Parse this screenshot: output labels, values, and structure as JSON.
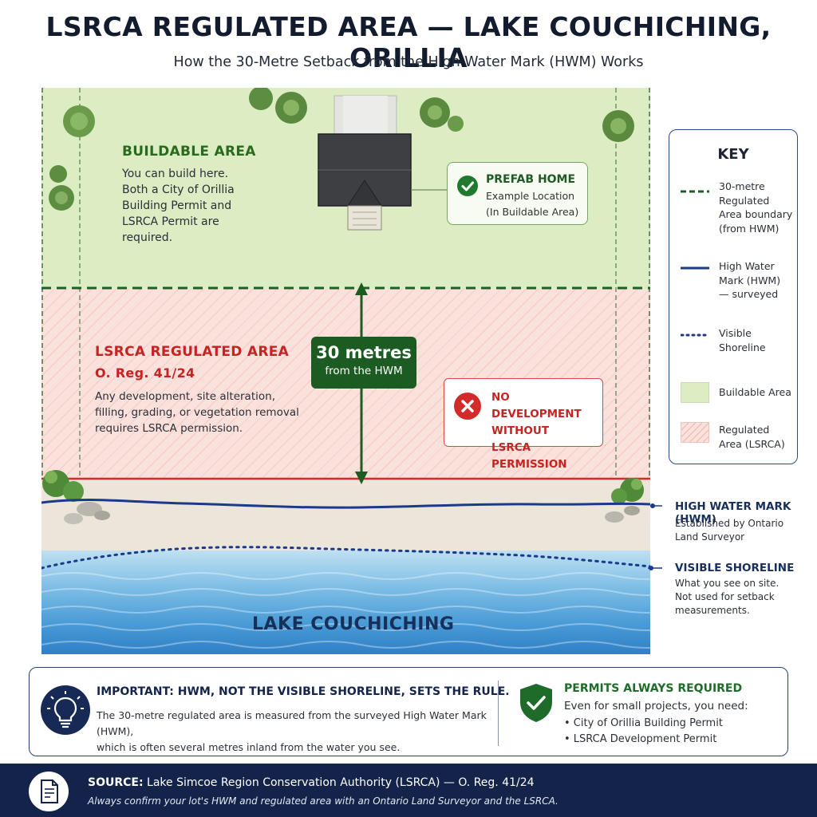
{
  "header": {
    "title": "LSRCA REGULATED AREA — LAKE COUCHICHING, ORILLIA",
    "subtitle": "How the 30-Metre Setback from the High Water Mark (HWM) Works"
  },
  "zones": {
    "buildable": {
      "title": "BUILDABLE AREA",
      "lines": [
        "You can build here.",
        "Both a City of Orillia",
        "Building Permit and",
        "LSRCA Permit are",
        "required."
      ]
    },
    "regulated": {
      "title": "LSRCA REGULATED AREA",
      "subtitle": "O. Reg. 41/24",
      "lines": [
        "Any development, site alteration,",
        "filling, grading, or vegetation removal",
        "requires LSRCA permission."
      ]
    }
  },
  "callouts": {
    "home": {
      "title": "PREFAB HOME",
      "line1": "Example Location",
      "line2": "(In Buildable Area)"
    },
    "no_development": {
      "lines": [
        "NO DEVELOPMENT",
        "WITHOUT",
        "LSRCA PERMISSION"
      ]
    }
  },
  "measure": {
    "value": "30 metres",
    "caption": "from the HWM"
  },
  "lake": {
    "name": "LAKE COUCHICHING"
  },
  "key": {
    "title": "KEY",
    "items": [
      {
        "label": "30-metre Regulated Area boundary (from HWM)"
      },
      {
        "label": "High Water Mark (HWM) — surveyed"
      },
      {
        "label": "Visible Shoreline"
      },
      {
        "label": "Buildable Area"
      },
      {
        "label": "Regulated Area (LSRCA)"
      }
    ]
  },
  "side_labels": {
    "hwm": {
      "title": "HIGH WATER MARK (HWM)",
      "lines": [
        "Established by Ontario",
        "Land Surveyor"
      ]
    },
    "shoreline": {
      "title": "VISIBLE SHORELINE",
      "lines": [
        "What you see on site.",
        "Not used for setback",
        "measurements."
      ]
    }
  },
  "important": {
    "label": "IMPORTANT:",
    "title": "HWM, NOT THE VISIBLE SHORELINE, SETS THE RULE.",
    "lines": [
      "The 30-metre regulated area is measured from the surveyed High Water Mark (HWM),",
      "which is often several metres inland from the water you see."
    ]
  },
  "permits": {
    "title": "PERMITS ALWAYS REQUIRED",
    "intro": "Even for small projects, you need:",
    "items": [
      "• City of Orillia Building Permit",
      "• LSRCA Development Permit"
    ]
  },
  "footer": {
    "source_label": "SOURCE:",
    "source_text": "Lake Simcoe Region Conservation Authority (LSRCA) — O. Reg. 41/24",
    "note": "Always confirm your lot's HWM and regulated area with an Ontario Land Surveyor and the LSRCA."
  },
  "colors": {
    "buildable": "#dcedc4",
    "regulated": "#fbe1dc",
    "boundary_green": "#1f5e24",
    "hwm_blue": "#1b3a8c",
    "red": "#d32a2a",
    "navy": "#13234a"
  }
}
